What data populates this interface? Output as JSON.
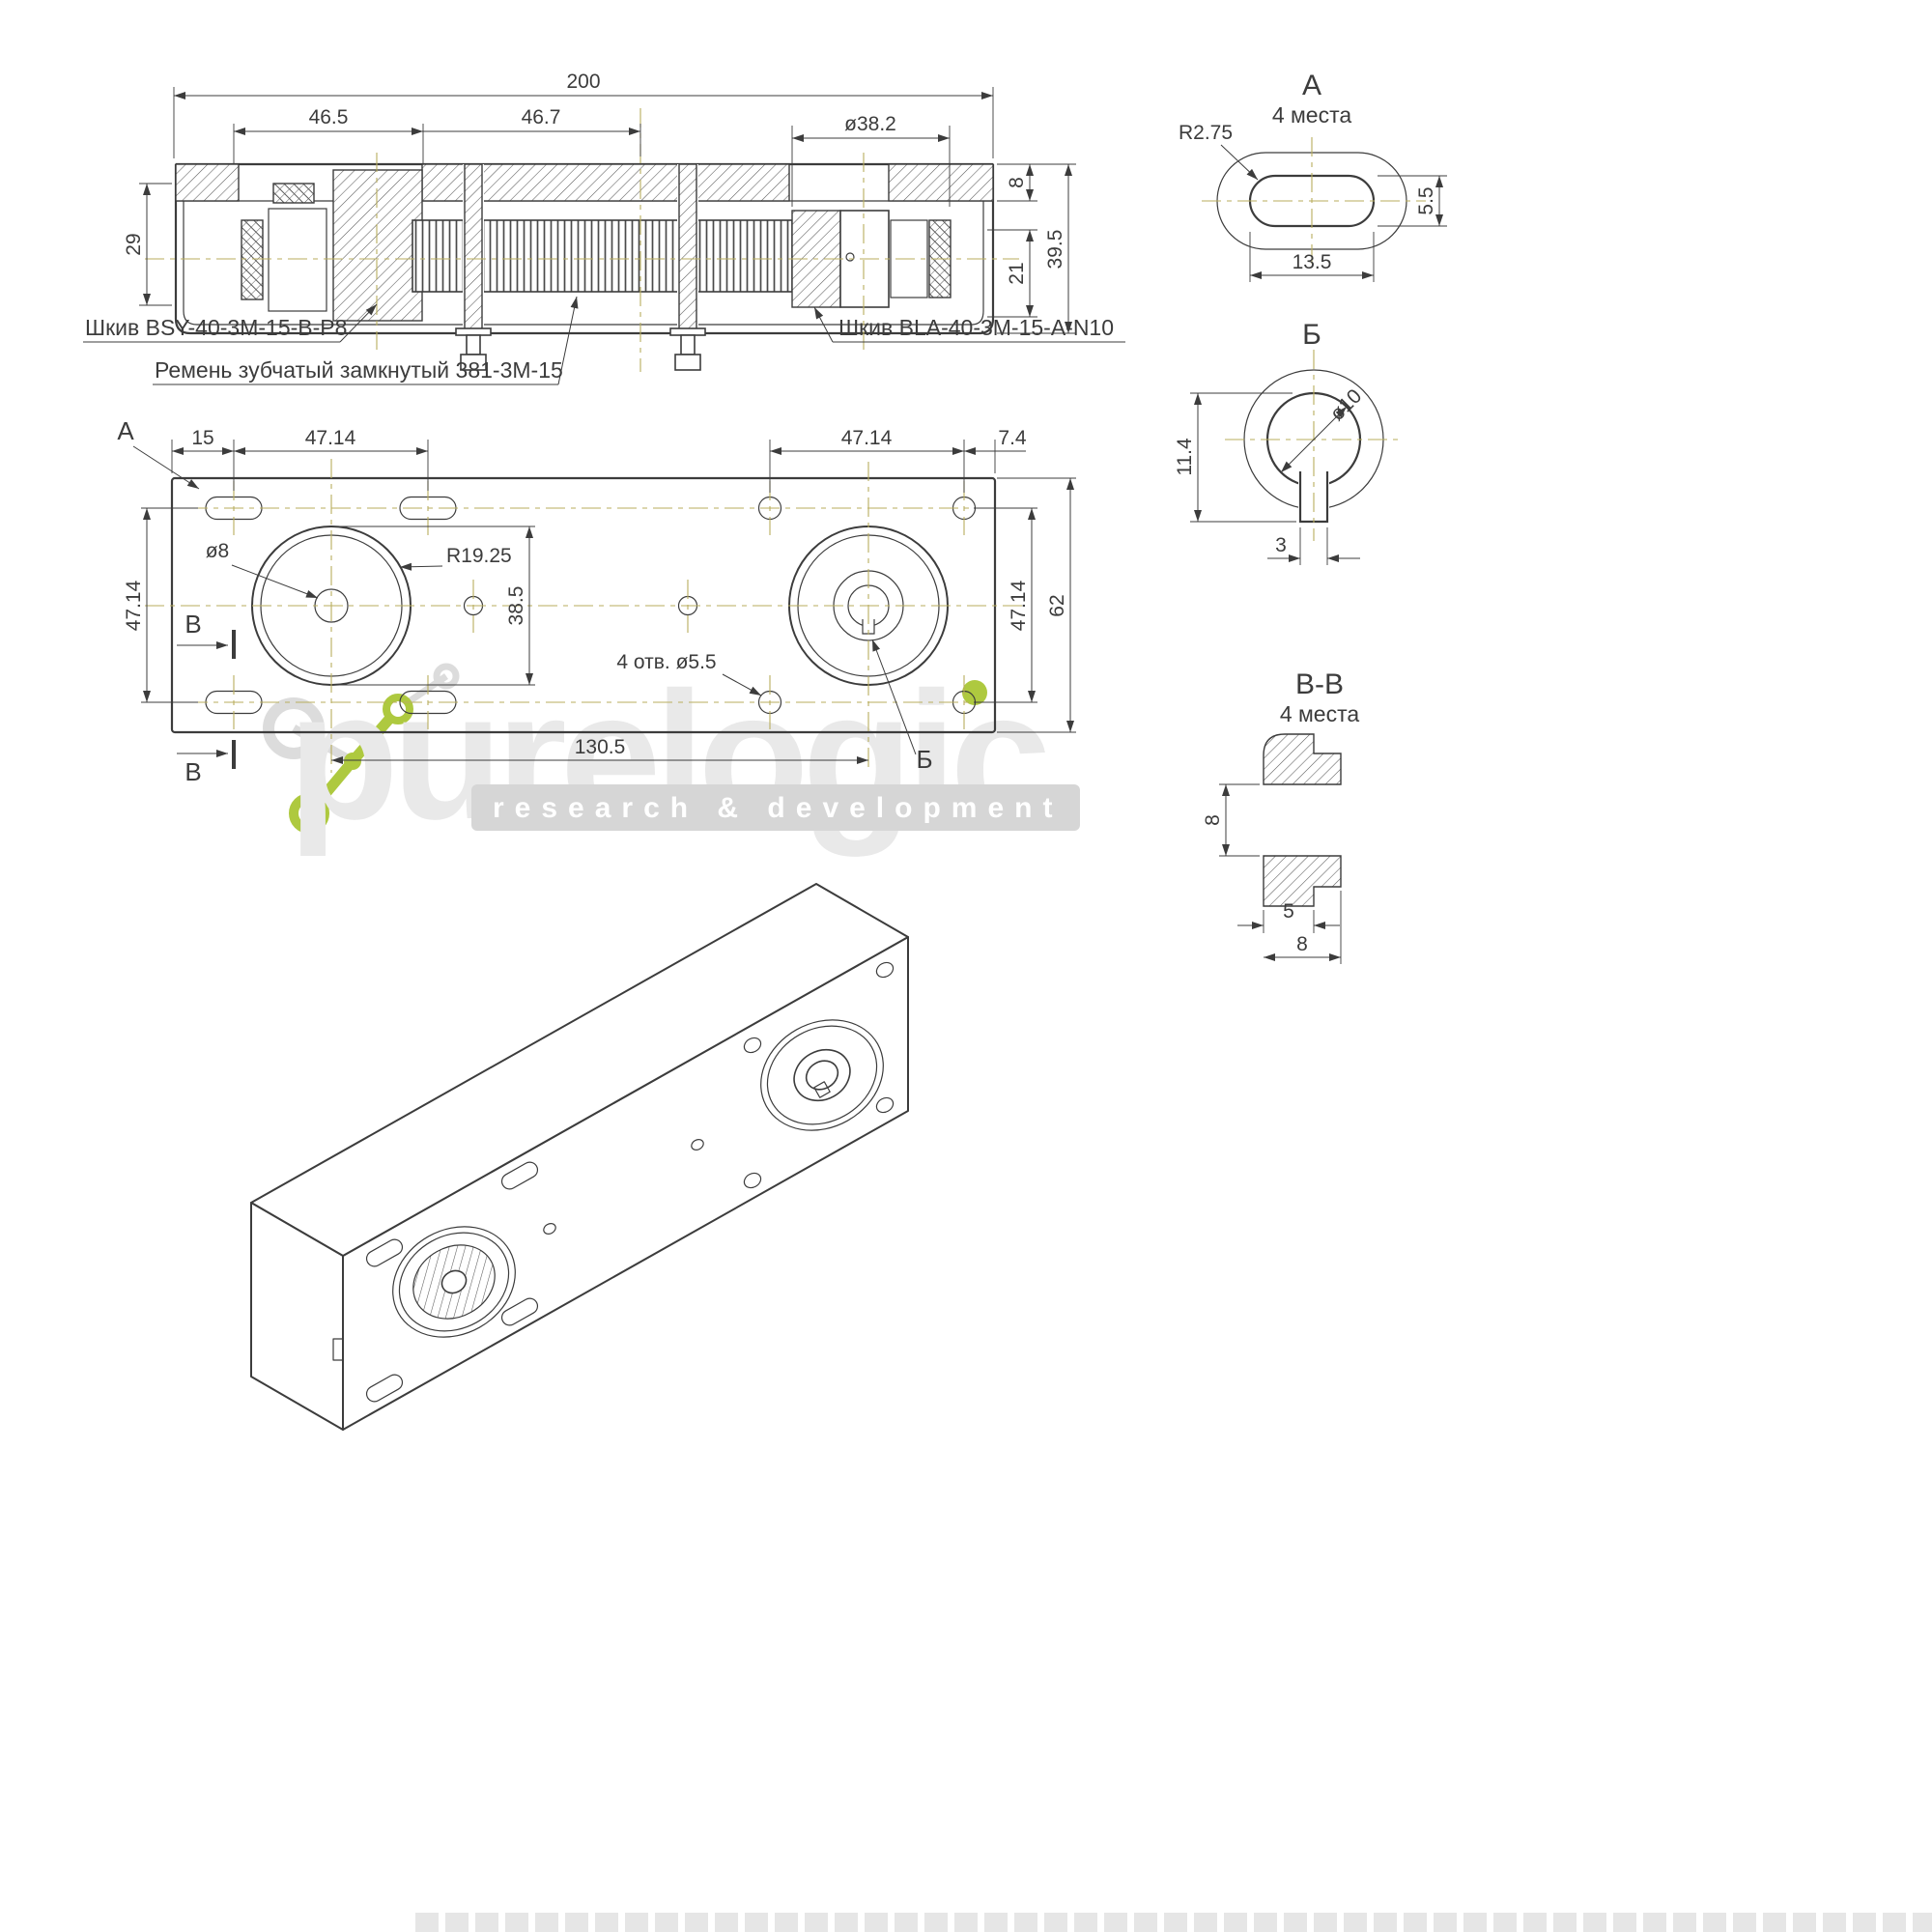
{
  "watermark": {
    "brand": "purelogic",
    "tagline": "research & development",
    "accent": "#aec93f",
    "gray": "#e9e9e9"
  },
  "section_view": {
    "dims": {
      "overall_width": "200",
      "left_span": "46.5",
      "center_span": "46.7",
      "pulley_diameter": "ø38.2",
      "plate_thickness": "8",
      "inner_height": "21",
      "overall_height": "39.5",
      "body_height": "29"
    },
    "callouts": {
      "pulley_left": "Шкив BSY-40-3M-15-B-P8",
      "belt": "Ремень зубчатый замкнутый 381-3M-15",
      "pulley_right": "Шкив BLA-40-3M-15-A-N10"
    }
  },
  "front_view": {
    "labels": {
      "view_a": "А",
      "section_b1": "В",
      "section_b2": "В",
      "detail_b": "Б"
    },
    "dims": {
      "slot_offset": "15",
      "slot_span_left": "47.14",
      "hole_span_right": "47.14",
      "edge_offset_right": "7.4",
      "bore_left": "ø8",
      "pulley_radius": "R19.25",
      "pulley_diameter_v": "38.5",
      "row_span_left": "47.14",
      "row_span_right": "47.14",
      "plate_height": "62",
      "holes_note": "4 отв. ø5.5",
      "axle_span": "130.5"
    }
  },
  "detail_a": {
    "title": "А",
    "subtitle": "4 места",
    "dims": {
      "corner_radius": "R2.75",
      "slot_height": "5.5",
      "slot_length": "13.5"
    }
  },
  "detail_b": {
    "title": "Б",
    "dims": {
      "bore": "ø10",
      "key_depth": "11.4",
      "key_width": "3"
    }
  },
  "section_bb": {
    "title": "В-В",
    "subtitle": "4 места",
    "dims": {
      "counterbore_depth": "8",
      "step": "5",
      "width": "8"
    }
  }
}
